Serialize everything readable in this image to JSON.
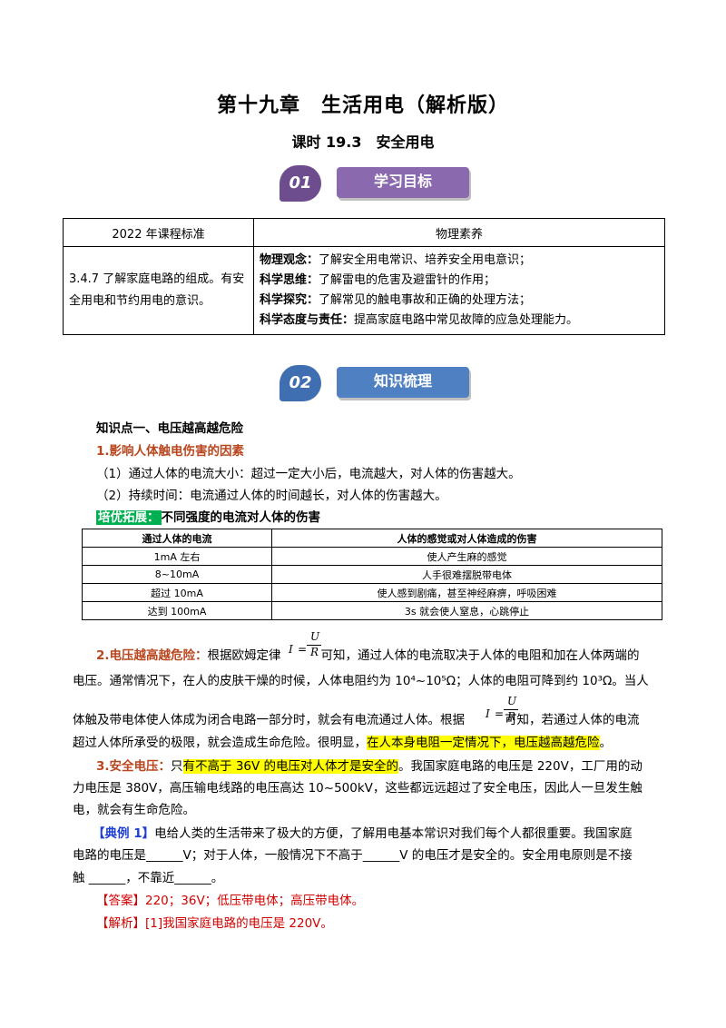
{
  "header": {
    "title": "第十九章　生活用电（解析版）",
    "subtitle": "课时 19.3　安全用电"
  },
  "section1": {
    "num": "01",
    "label": "学习目标"
  },
  "standards_table": {
    "col1": "2022 年课程标准",
    "col2": "物理素养",
    "left_text": "3.4.7 了解家庭电路的组成。有安全用电和节约用电的意识。",
    "items": [
      {
        "key": "物理观念：",
        "text": "了解安全用电常识、培养安全用电意识；"
      },
      {
        "key": "科学思维：",
        "text": "了解雷电的危害及避雷针的作用；"
      },
      {
        "key": "科学探究：",
        "text": "了解常见的触电事故和正确的处理方法；"
      },
      {
        "key": "科学态度与责任：",
        "text": "提高家庭电路中常见故障的应急处理能力。"
      }
    ]
  },
  "section2": {
    "num": "02",
    "label": "知识梳理"
  },
  "kp1": {
    "heading": "知识点一、电压越高越危险",
    "sub1": "1.影响人体触电伤害的因素",
    "line1": "（1）通过人体的电流大小：超过一定大小后，电流越大，对人体的伤害越大。",
    "line2": "（2）持续时间：电流通过人体的时间越长，对人体的伤害越大。",
    "ext_tag": "培优拓展：",
    "ext_title": "不同强度的电流对人体的伤害"
  },
  "current_table": {
    "headers": [
      "通过人体的电流",
      "人体的感觉或对人体造成的伤害"
    ],
    "rows": [
      [
        "1mA 左右",
        "使人产生麻的感觉"
      ],
      [
        "8~10mA",
        "人手很难摆脱带电体"
      ],
      [
        "超过 10mA",
        "使人感到剧痛，甚至神经麻痹，呼吸困难"
      ],
      [
        "达到 100mA",
        "3s 就会使人窒息，心跳停止"
      ]
    ]
  },
  "para2": {
    "head": "2.电压越高越危险：",
    "a1": "根据欧姆定律",
    "a2": "可知，通过人体的电流取决于人体的电阻和加在人体两端的",
    "b": "电压。通常情况下，在人的皮肤干燥的时候，人体电阻约为 10⁴~10⁵Ω；人体的电阻可降到约 10³Ω。当人",
    "c1": "体触及带电体使人体成为闭合电路一部分时，就会有电流通过人体。根据",
    "c2": "可知，若通过人体的电流",
    "d1": "超过人体所承受的极限，就会造成生命危险。很明显，",
    "d_hl": "在人本身电阻一定情况下，电压越高越危险",
    "d2": "。",
    "formula": {
      "lhs": "I",
      "eq": "=",
      "num": "U",
      "den": "R"
    }
  },
  "para3": {
    "head": "3.安全电压：",
    "a1": "只",
    "a_hl": "有不高于 36V 的电压对人体才是安全的",
    "a2": "。我国家庭电路的电压是 220V，工厂用的动",
    "b": "力电压是 380V，高压输电线路的电压高达 10~500kV，这些都远远超过了安全电压，因此人一旦发生触",
    "c": "电，就会有生命危险。"
  },
  "example1": {
    "tag": "【典例 1】",
    "a": "电给人类的生活带来了极大的方便，了解用电基本常识对我们每个人都很重要。我国家庭",
    "b": "电路的电压是______V；对于人体，一般情况下不高于______V 的电压才是安全的。安全用电原则是不接",
    "c": "触 ______，不靠近______。",
    "answer_tag": "【答案】",
    "answer": "220；36V；低压带电体；高压带电体。",
    "analysis_tag": "【解析】",
    "analysis": "[1]我国家庭电路的电压是 220V。"
  }
}
